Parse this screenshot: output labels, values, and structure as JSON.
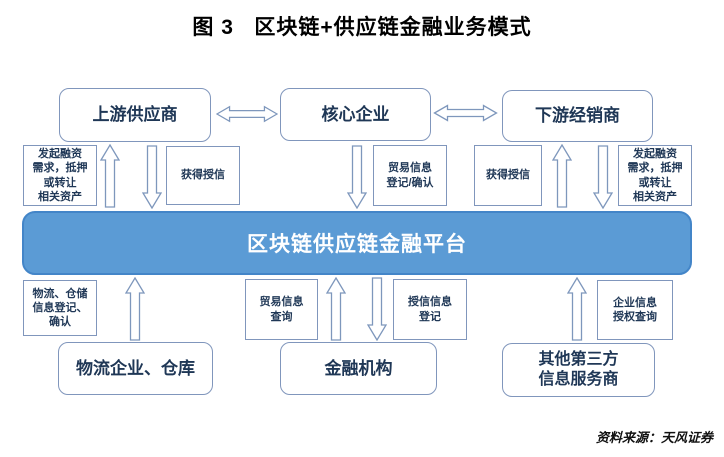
{
  "title": "图 3   区块链+供应链金融业务模式",
  "platform": {
    "label": "区块链供应链金融平台"
  },
  "top_nodes": [
    {
      "label": "上游供应商"
    },
    {
      "label": "核心企业"
    },
    {
      "label": "下游经销商"
    }
  ],
  "bottom_nodes": [
    {
      "label": "物流企业、仓库"
    },
    {
      "label": "金融机构"
    },
    {
      "label": "其他第三方\n信息服务商"
    }
  ],
  "upper_tags": [
    {
      "label": "发起融资\n需求，抵押\n或转让\n相关资产"
    },
    {
      "label": "获得授信"
    },
    {
      "label": "贸易信息\n登记/确认"
    },
    {
      "label": "获得授信"
    },
    {
      "label": "发起融资\n需求，抵押\n或转让\n相关资产"
    }
  ],
  "lower_tags": [
    {
      "label": "物流、仓储\n信息登记、\n确认"
    },
    {
      "label": "贸易信息\n查询"
    },
    {
      "label": "授信信息\n登记"
    },
    {
      "label": "企业信息\n授权查询"
    }
  ],
  "source": "资料来源：天风证券",
  "colors": {
    "platform_fill": "#5B9BD5",
    "platform_border": "#4385C8",
    "box_border": "#8096BC",
    "text_dark": "#1F3756",
    "arrow_stroke": "#7E97BC"
  }
}
